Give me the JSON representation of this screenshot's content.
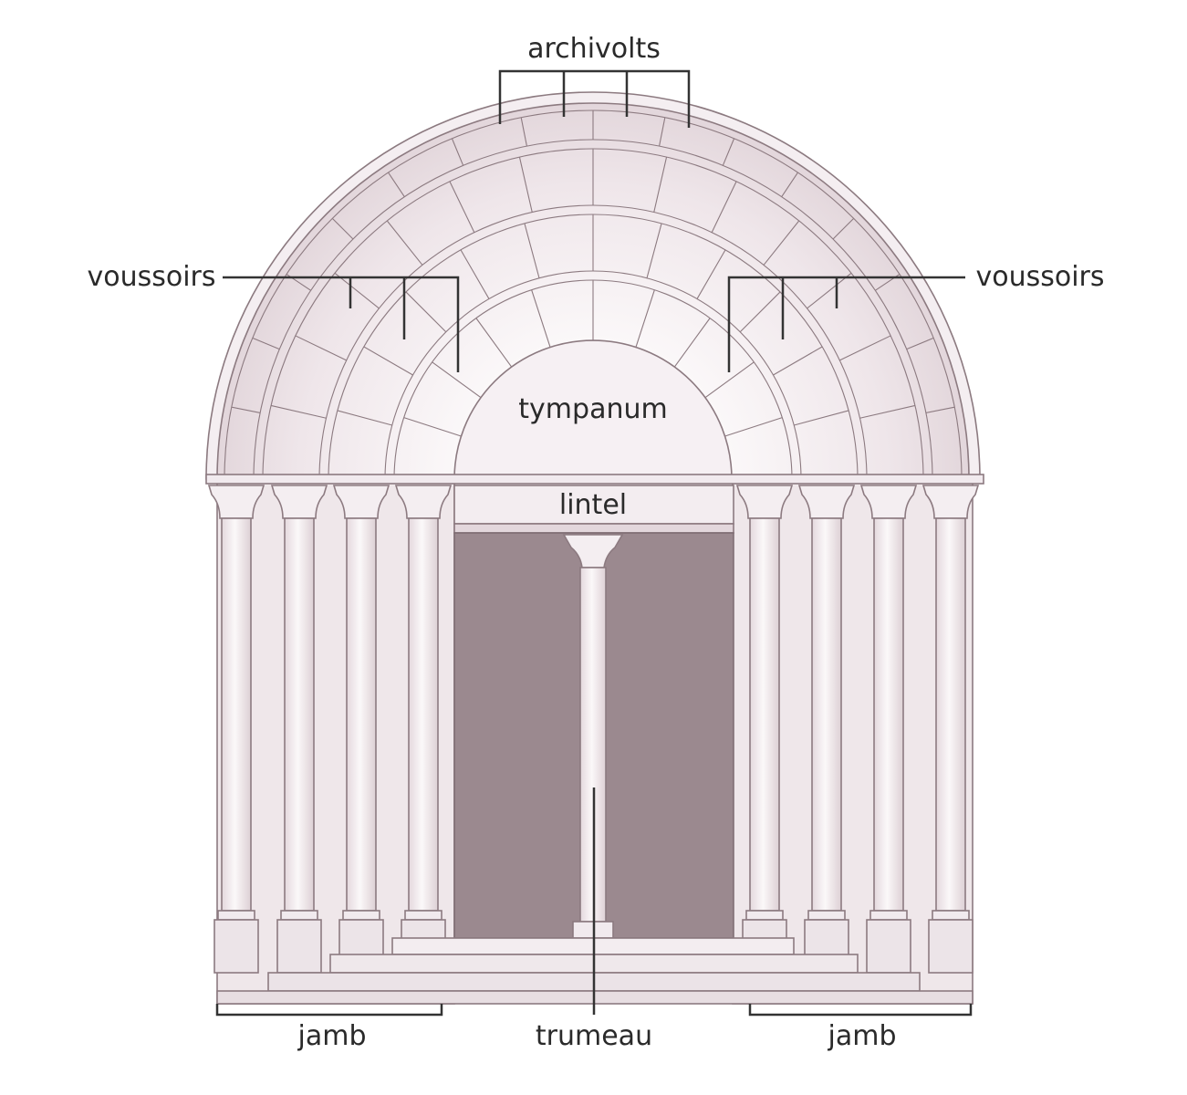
{
  "diagram": {
    "labels": {
      "archivolts": "archivolts",
      "voussoirs_left": "voussoirs",
      "voussoirs_right": "voussoirs",
      "tympanum": "tympanum",
      "lintel": "lintel",
      "trumeau": "trumeau",
      "jamb_left": "jamb",
      "jamb_right": "jamb"
    },
    "colors": {
      "stone": "#efe7ea",
      "stone_light": "#f8f4f6",
      "stone_shade": "#e2d6db",
      "outline": "#8c7a80",
      "doorway": "#9b898f",
      "leader": "#333333"
    }
  }
}
